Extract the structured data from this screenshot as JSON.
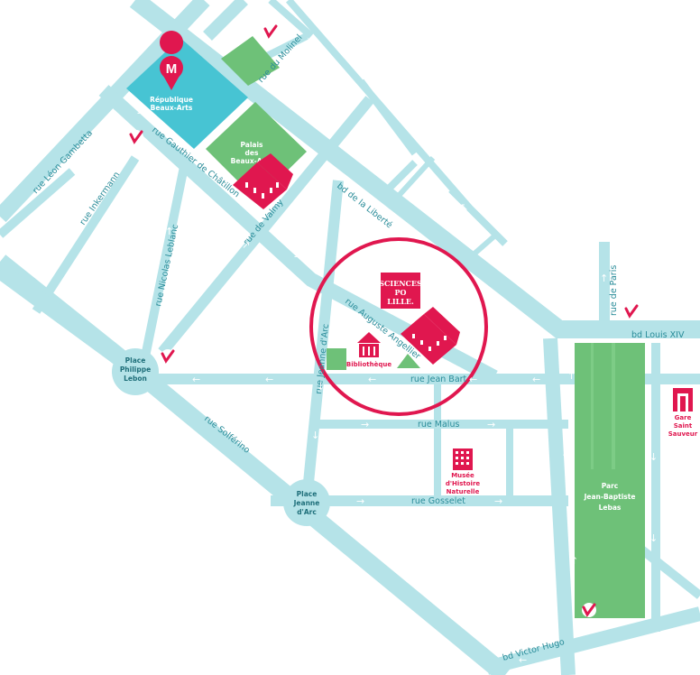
{
  "colors": {
    "road": "#b5e3e8",
    "park": "#6ec178",
    "square": "#47c4d3",
    "accent": "#e0174f",
    "street_text": "#2a8c99"
  },
  "streets": {
    "leon_gambetta": "rue Léon Gambetta",
    "gauthier": "rue Gauthier de Châtillon",
    "molinel": "rue du Molinel",
    "liberte": "bd de la Liberté",
    "inkermann": "rue Inkermann",
    "valmy": "rue de Valmy",
    "nicolas_leblanc": "rue Nicolas Leblanc",
    "jeanne_darc": "rue Jeanne d'Arc",
    "angellier": "rue Auguste Angellier",
    "jean_bart": "rue Jean Bart",
    "malus": "rue Malus",
    "gosselet": "rue Gosselet",
    "solferino": "rue Solférino",
    "victor_hugo": "bd Victor Hugo",
    "louis_xiv": "bd Louis XIV",
    "paris": "rue de Paris"
  },
  "places": {
    "metro_letter": "M",
    "republique": [
      "République",
      "Beaux-Arts"
    ],
    "palais": [
      "Palais",
      "des",
      "Beaux-Arts"
    ],
    "philippe_lebon": [
      "Place",
      "Philippe",
      "Lebon"
    ],
    "jeanne_darc": [
      "Place",
      "Jeanne",
      "d'Arc"
    ],
    "bibliotheque": "Bibliothèque",
    "musee": [
      "Musée",
      "d'Histoire",
      "Naturelle"
    ],
    "gare": [
      "Gare",
      "Saint",
      "Sauveur"
    ],
    "parc": [
      "Parc",
      "Jean-Baptiste",
      "Lebas"
    ]
  },
  "logo": {
    "lines": [
      "SCIENCES",
      "PO",
      "LILLE."
    ]
  },
  "icons": {
    "vlille": "bike-station-icon",
    "metro": "metro-icon",
    "museum": "museum-icon",
    "library": "library-icon",
    "building": "sciences-po-building-icon",
    "train": "train-station-icon"
  }
}
